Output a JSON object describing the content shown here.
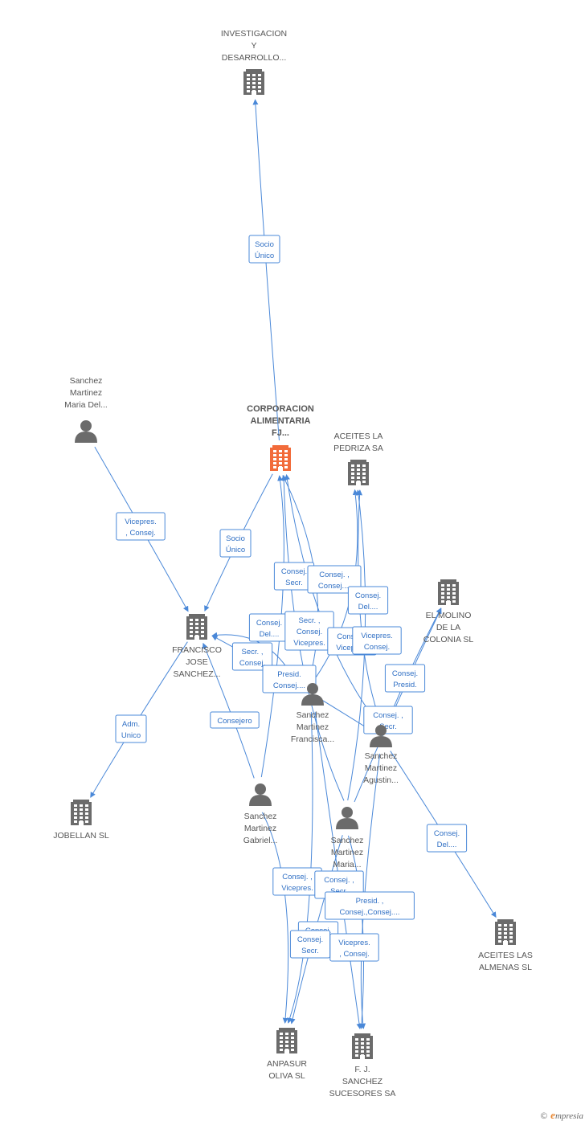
{
  "nodes": [
    {
      "id": "inv",
      "type": "company",
      "lines": [
        "INVESTIGACION",
        "Y",
        "DESARROLLO..."
      ]
    },
    {
      "id": "corp",
      "type": "company-main",
      "lines": [
        "CORPORACION",
        "ALIMENTARIA",
        "FJ..."
      ]
    },
    {
      "id": "pedriza",
      "type": "company",
      "lines": [
        "ACEITES LA",
        "PEDRIZA SA"
      ]
    },
    {
      "id": "smaria1",
      "type": "person",
      "lines": [
        "Sanchez",
        "Martinez",
        "Maria Del..."
      ]
    },
    {
      "id": "molino",
      "type": "company",
      "lines": [
        "EL MOLINO",
        "DE LA",
        "COLONIA SL"
      ]
    },
    {
      "id": "fjose",
      "type": "company",
      "lines": [
        "FRANCISCO",
        "JOSE",
        "SANCHEZ..."
      ]
    },
    {
      "id": "sfran",
      "type": "person",
      "lines": [
        "Sanchez",
        "Martinez",
        "Francisca..."
      ]
    },
    {
      "id": "sagus",
      "type": "person",
      "lines": [
        "Sanchez",
        "Martinez",
        "Agustin..."
      ]
    },
    {
      "id": "jobellan",
      "type": "company",
      "lines": [
        "JOBELLAN SL"
      ]
    },
    {
      "id": "sgab",
      "type": "person",
      "lines": [
        "Sanchez",
        "Martinez",
        "Gabriel..."
      ]
    },
    {
      "id": "smaria2",
      "type": "person",
      "lines": [
        "Sanchez",
        "Martinez",
        "Maria..."
      ]
    },
    {
      "id": "almenas",
      "type": "company",
      "lines": [
        "ACEITES LAS",
        "ALMENAS SL"
      ]
    },
    {
      "id": "anpasur",
      "type": "company",
      "lines": [
        "ANPASUR",
        "OLIVA SL"
      ]
    },
    {
      "id": "fjsuc",
      "type": "company",
      "lines": [
        "F.  J.",
        "SANCHEZ",
        "SUCESORES SA"
      ]
    }
  ],
  "edges": [
    {
      "from": "corp",
      "to": "inv",
      "label": [
        "Socio",
        "Único"
      ]
    },
    {
      "from": "corp",
      "to": "fjose",
      "label": [
        "Socio",
        "Único"
      ]
    },
    {
      "from": "smaria1",
      "to": "fjose",
      "label": [
        "Vicepres.",
        ", Consej."
      ]
    },
    {
      "from": "fjose",
      "to": "jobellan",
      "label": [
        "Adm.",
        "Unico"
      ]
    },
    {
      "from": "sgab",
      "to": "fjose",
      "label": [
        "Consejero"
      ]
    },
    {
      "from": "sgab",
      "to": "corp",
      "label": [
        "Consej.",
        "Secr."
      ]
    },
    {
      "from": "sfran",
      "to": "corp",
      "label": [
        "Consej. ,",
        "Consej...."
      ]
    },
    {
      "from": "sfran",
      "to": "pedriza",
      "label": [
        "Consej.",
        "Del...."
      ]
    },
    {
      "from": "sfran",
      "to": "fjose",
      "label": [
        "Consej.",
        "Del...."
      ]
    },
    {
      "from": "sagus",
      "to": "fjose",
      "label": [
        "Secr. ,",
        "Consej."
      ]
    },
    {
      "from": "sagus",
      "to": "corp",
      "label": [
        "Secr. ,",
        "Consej.",
        "Vicepres."
      ]
    },
    {
      "from": "sagus",
      "to": "pedriza",
      "label": [
        "Consej. ,",
        "Vicepres."
      ]
    },
    {
      "from": "sagus",
      "to": "molino",
      "label": [
        "Consej.",
        "Presid."
      ]
    },
    {
      "from": "sagus",
      "to": "almenas",
      "label": [
        "Consej.",
        "Del...."
      ]
    },
    {
      "from": "smaria2",
      "to": "corp",
      "label": [
        "Presid.",
        "Consej...."
      ]
    },
    {
      "from": "smaria2",
      "to": "pedriza",
      "label": [
        "Vicepres.",
        "Consej."
      ]
    },
    {
      "from": "smaria2",
      "to": "molino",
      "label": [
        "Consej. ,",
        "Secr."
      ]
    },
    {
      "from": "sgab",
      "to": "anpasur",
      "label": [
        "Consej. ,",
        "Vicepres."
      ]
    },
    {
      "from": "sfran",
      "to": "anpasur",
      "label": [
        "Consej.",
        "Del...."
      ]
    },
    {
      "from": "sfran",
      "to": "fjsuc",
      "label": [
        "Consej. ,",
        "Secr."
      ]
    },
    {
      "from": "smaria2",
      "to": "fjsuc",
      "label": [
        "Presid. ,",
        "Consej.,Consej...."
      ]
    },
    {
      "from": "sagus",
      "to": "fjsuc",
      "label": [
        "Vicepres.",
        ", Consej."
      ]
    },
    {
      "from": "smaria2",
      "to": "anpasur",
      "label": [
        "Consej.",
        "Secr."
      ]
    }
  ],
  "footer": {
    "copyright": "©",
    "brand_initial": "e",
    "brand_rest": "mpresia"
  }
}
